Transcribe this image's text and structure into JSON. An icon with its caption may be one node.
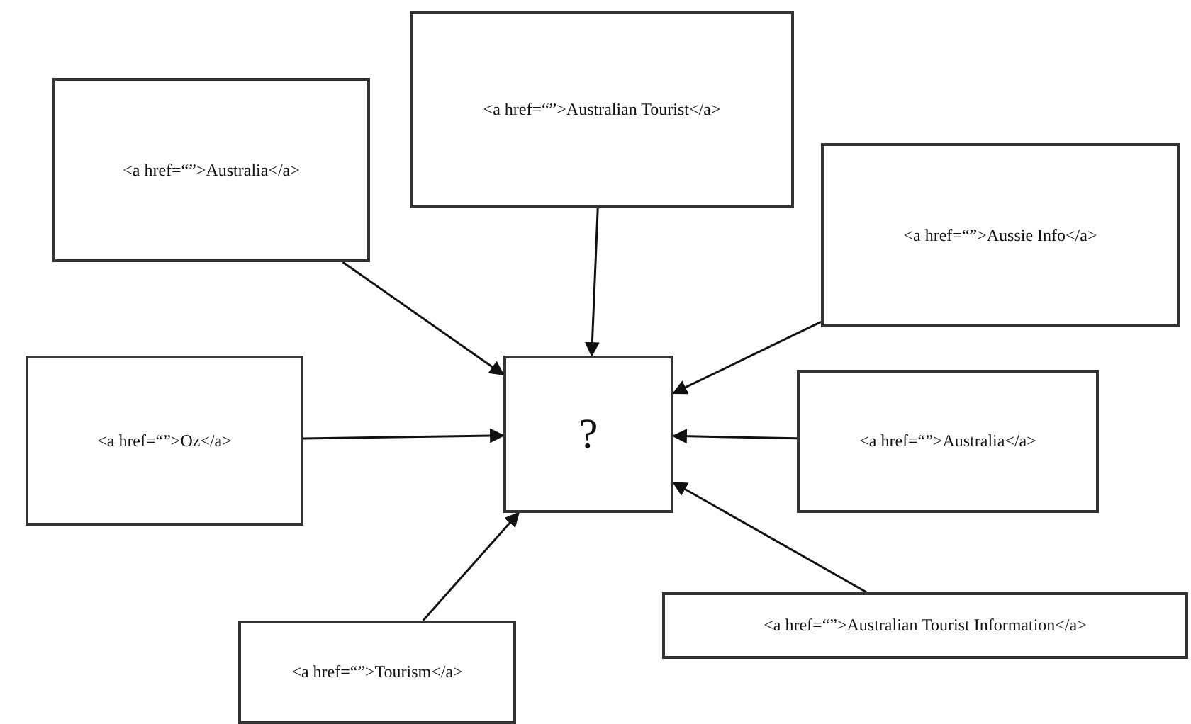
{
  "diagram": {
    "nodes": [
      {
        "text": [
          "<a href=“”>Australian Tourist</a>"
        ]
      },
      {
        "text": [
          "<a href=“”>Australia</a>"
        ]
      },
      {
        "text": [
          "<a href=“”>Aussie Info</a>"
        ]
      },
      {
        "text": [
          "<a href=“”>Oz</a>"
        ]
      },
      {
        "text": [
          "?"
        ]
      },
      {
        "text": [
          "<a href=“”>Australia</a>"
        ]
      },
      {
        "text": [
          "<a href=“”>Australian Tourist Information</a>"
        ]
      },
      {
        "text": [
          "<a href=“”>Tourism</a>"
        ]
      }
    ],
    "edges": [
      {
        "from": 0,
        "to": 4,
        "arrow": "to"
      },
      {
        "from": 1,
        "to": 4,
        "arrow": "to"
      },
      {
        "from": 2,
        "to": 4,
        "arrow": "to"
      },
      {
        "from": 3,
        "to": 4,
        "arrow": "to"
      },
      {
        "from": 5,
        "to": 4,
        "arrow": "to"
      },
      {
        "from": 6,
        "to": 4,
        "arrow": "to"
      },
      {
        "from": 7,
        "to": 4,
        "arrow": "to"
      }
    ]
  }
}
